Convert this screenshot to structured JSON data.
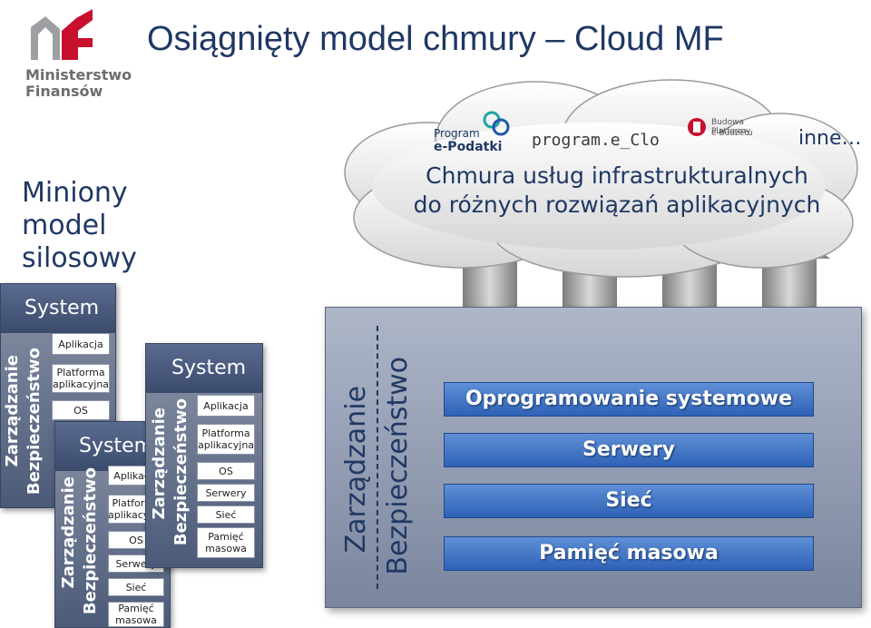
{
  "title": "Osiągnięty model chmury – Cloud MF",
  "logo": {
    "line1": "Ministerstwo",
    "line2": "Finansów"
  },
  "silo_label": [
    "Miniony",
    "model",
    "silosowy"
  ],
  "cloud": {
    "text_line1": "Chmura usług infrastrukturalnych",
    "text_line2": "do różnych rozwiązań aplikacyjnych",
    "inne": "inne…",
    "logos": {
      "epodatki_top": "Program",
      "epodatki_bottom": "e-Podatki",
      "eclo": "program.e_Clo",
      "ebudzet_top": "Budowa Platformy",
      "ebudzet_bottom": "e-Budżetu"
    }
  },
  "silos": [
    {
      "header": "System",
      "side1": "Zarządzanie",
      "side2": "Bezpieczeństwo",
      "layers": [
        "Aplikacja",
        "Platforma aplikacyjna",
        "OS"
      ]
    },
    {
      "header": "System",
      "side1": "Zarządzanie",
      "side2": "Bezpieczeństwo",
      "layers": [
        "Aplikacja",
        "Platforma aplikacyjna",
        "OS",
        "Serwery",
        "Sieć",
        "Pamięć masowa"
      ]
    },
    {
      "header": "System",
      "side1": "Zarządzanie",
      "side2": "Bezpieczeństwo",
      "layers": [
        "Aplikacja",
        "Platforma aplikacyjna",
        "OS",
        "Serwery",
        "Sieć",
        "Pamięć masowa"
      ]
    }
  ],
  "big_panel": {
    "side1": "Zarządzanie",
    "side2": "Bezpieczeństwo",
    "bars": [
      "Oprogramowanie systemowe",
      "Serwery",
      "Sieć",
      "Pamięć masowa"
    ]
  },
  "colors": {
    "title": "#1f3864",
    "bar": "#2e62b6",
    "logo_red": "#c8102e"
  }
}
